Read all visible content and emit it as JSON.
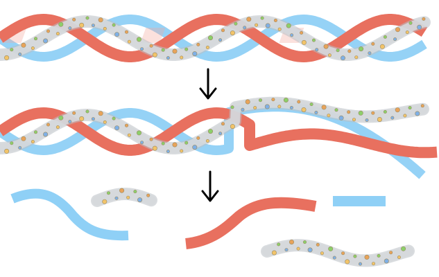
{
  "diagram": {
    "stages": [
      {
        "name": "intact-triple-helix"
      },
      {
        "name": "partially-unwinding-triple-helix"
      },
      {
        "name": "separated-strands"
      }
    ],
    "arrows": [
      {
        "name": "down-arrow-1",
        "direction": "down"
      },
      {
        "name": "down-arrow-2",
        "direction": "down"
      }
    ],
    "strands": [
      {
        "name": "blue-strand",
        "color": "#8fd0f6"
      },
      {
        "name": "red-strand",
        "color": "#e8705f"
      },
      {
        "name": "beaded-gray-strand",
        "color": "#d5d8dc"
      }
    ],
    "bead_colors": [
      "#f2c46a",
      "#8ccf6a",
      "#7fb0e6",
      "#e8a35a"
    ]
  }
}
